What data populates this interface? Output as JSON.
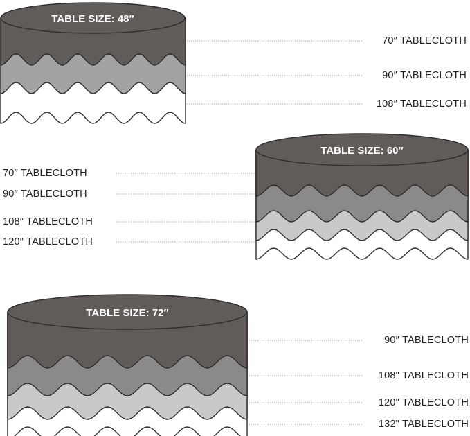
{
  "tables": [
    {
      "title": "TABLE SIZE: 48″",
      "tablecloths": [
        "70″ TABLECLOTH",
        "90″ TABLECLOTH",
        "108″ TABLECLOTH"
      ],
      "colors": [
        "#615c59",
        "#a3a3a3",
        "#ffffff"
      ]
    },
    {
      "title": "TABLE SIZE: 60″",
      "tablecloths": [
        "70″ TABLECLOTH",
        "90″ TABLECLOTH",
        "108″ TABLECLOTH",
        "120″ TABLECLOTH"
      ],
      "colors": [
        "#615c59",
        "#8c8a89",
        "#c9c9c9",
        "#ffffff"
      ]
    },
    {
      "title": "TABLE SIZE: 72″",
      "tablecloths": [
        "90″ TABLECLOTH",
        "108\" TABLECLOTH",
        "120\" TABLECLOTH",
        "132\" TABLECLOTH"
      ],
      "colors": [
        "#615c59",
        "#8c8a89",
        "#c9c9c9",
        "#ffffff"
      ]
    }
  ],
  "top_color": "#615c59",
  "outline_color": "#2e2e2e",
  "leader_color": "#9a9a9a"
}
